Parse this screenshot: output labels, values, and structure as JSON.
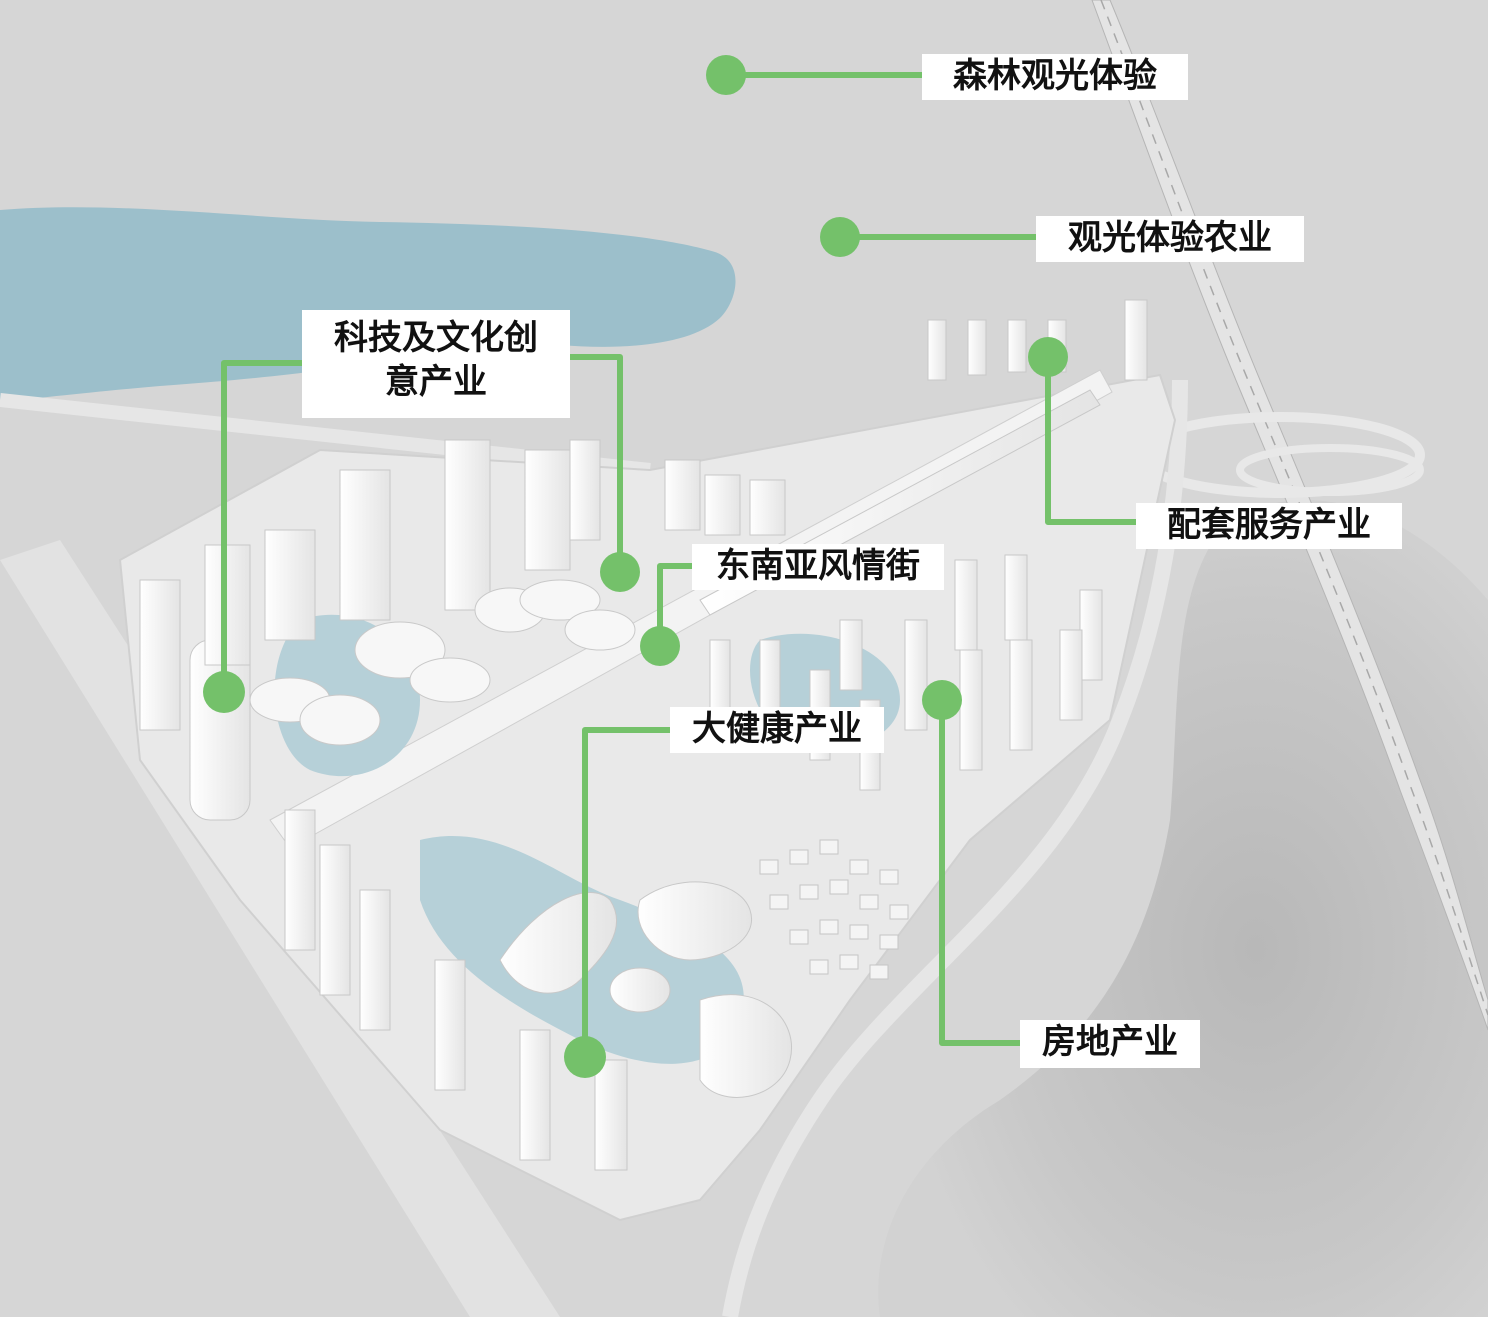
{
  "colors": {
    "background": "#d4d4d4",
    "water": "#9cbfcb",
    "hill": "#c3c3c3",
    "building": "#f6f6f6",
    "marker": "#74c16a",
    "label_background": "#ffffff",
    "label_text": "#111111"
  },
  "labels": {
    "forest_tourism": "森林观光体验",
    "sightseeing_agriculture": "观光体验农业",
    "tech_culture_line1": "科技及文化创",
    "tech_culture_line2": "意产业",
    "support_services": "配套服务产业",
    "southeast_asian_street": "东南亚风情街",
    "health_industry": "大健康产业",
    "real_estate": "房地产业"
  }
}
